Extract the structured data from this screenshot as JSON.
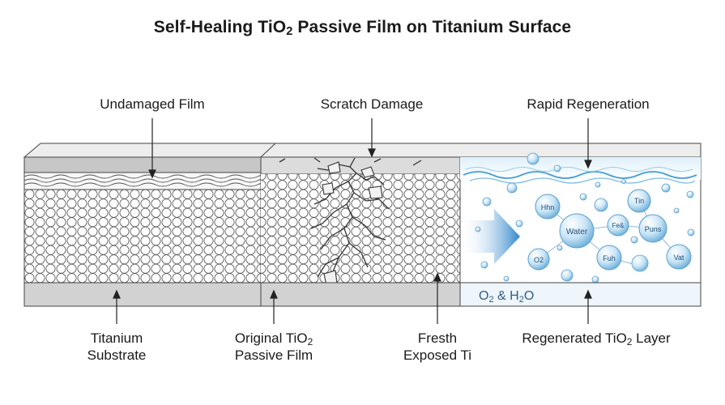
{
  "title": {
    "pre": "Self-Healing TiO",
    "sub": "2",
    "post": " Passive Film on Titanium Surface"
  },
  "labels": {
    "undamaged": "Undamaged Film",
    "scratch": "Scratch Damage",
    "regeneration": "Rapid Regeneration",
    "substrate_l1": "Titanium",
    "substrate_l2": "Substrate",
    "original_pre": "Original TiO",
    "original_sub": "2",
    "original_l2": "Passive Film",
    "fresh_l1": "Fresth",
    "fresh_l2": "Exposed Ti",
    "regen_pre": "Regenerated TiO",
    "regen_sub": "2",
    "regen_post": " Layer"
  },
  "bands": {
    "o2h2o_pre": "O",
    "o2h2o_sub1": "2",
    "o2h2o_mid": " & H",
    "o2h2o_sub2": "2",
    "o2h2o_post": "O"
  },
  "bubbles": {
    "b1": "Hhn",
    "b2": "Water",
    "b3": "Fe&",
    "b4": "Tin",
    "b5": "Puns",
    "b6": "O2",
    "b7": "Fuh",
    "b8": "Vat"
  },
  "colors": {
    "top_face": "#e6e6e6",
    "gray_layer": "#c9c9c9",
    "bottom_band": "#d4d4d4",
    "water": "#5aa7d6",
    "arrow": "#3d8fd0",
    "bubble": "#a9d3ee"
  }
}
